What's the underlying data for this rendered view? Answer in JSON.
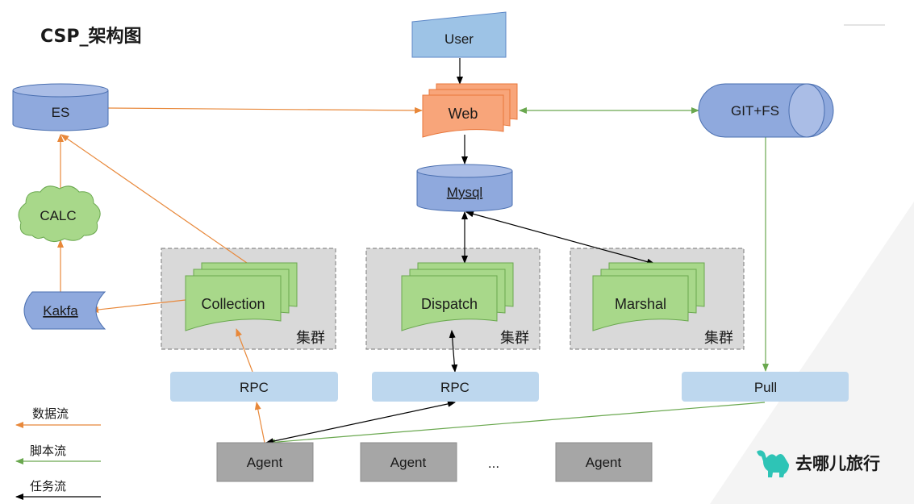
{
  "title": "CSP_架构图",
  "nodes": {
    "user": "User",
    "web": "Web",
    "mysql": "Mysql",
    "git_fs": "GIT+FS",
    "es": "ES",
    "calc": "CALC",
    "kafka": "Kakfa",
    "collection": "Collection",
    "dispatch": "Dispatch",
    "marshal": "Marshal",
    "cluster_label": "集群",
    "rpc_left": "RPC",
    "rpc_mid": "RPC",
    "pull": "Pull",
    "agents": [
      "Agent",
      "Agent",
      "Agent"
    ],
    "ellipsis": "..."
  },
  "legend": {
    "data_flow": "数据流",
    "script_flow": "脚本流",
    "task_flow": "任务流"
  },
  "brand": {
    "name": "去哪儿旅行"
  },
  "colors": {
    "data_flow": "#e8883a",
    "script_flow": "#6aa84f",
    "task_flow": "#000000",
    "blue_fill": "#8fa9dd",
    "orange_fill": "#f8a57a",
    "green_fill": "#a8d88a",
    "light_blue": "#bdd7ee",
    "gray_fill": "#a6a6a6",
    "brand": "#2ec4b6"
  }
}
